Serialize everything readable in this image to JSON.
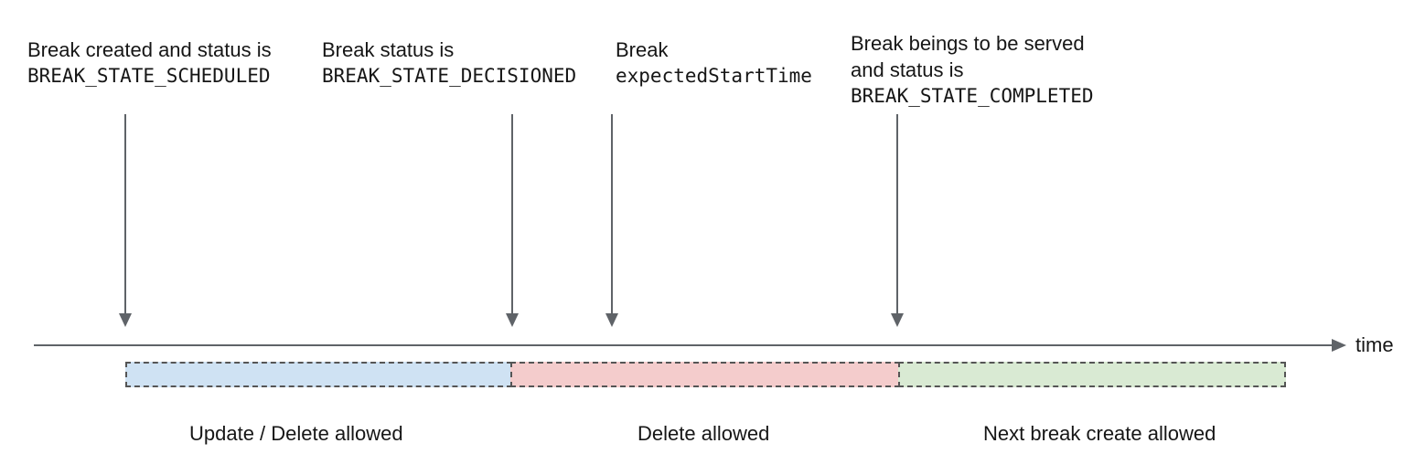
{
  "annotations": [
    {
      "id": "scheduled",
      "lines": [
        "Break created and status is",
        "BREAK_STATE_SCHEDULED"
      ]
    },
    {
      "id": "decisioned",
      "lines": [
        "Break status is",
        "BREAK_STATE_DECISIONED"
      ]
    },
    {
      "id": "expected-start-time",
      "lines": [
        "Break",
        "expectedStartTime"
      ]
    },
    {
      "id": "completed",
      "lines": [
        "Break beings to be served",
        "and status is",
        "BREAK_STATE_COMPLETED"
      ]
    }
  ],
  "timeline": {
    "label": "time"
  },
  "segments": [
    {
      "label": "Update / Delete allowed",
      "fill": "#cfe2f3"
    },
    {
      "label": "Delete allowed",
      "fill": "#f4cccc"
    },
    {
      "label": "Next break create allowed",
      "fill": "#d9ead3"
    }
  ],
  "colors": {
    "axis": "#5f6368",
    "segment_border": "#555555",
    "text": "#161616"
  }
}
